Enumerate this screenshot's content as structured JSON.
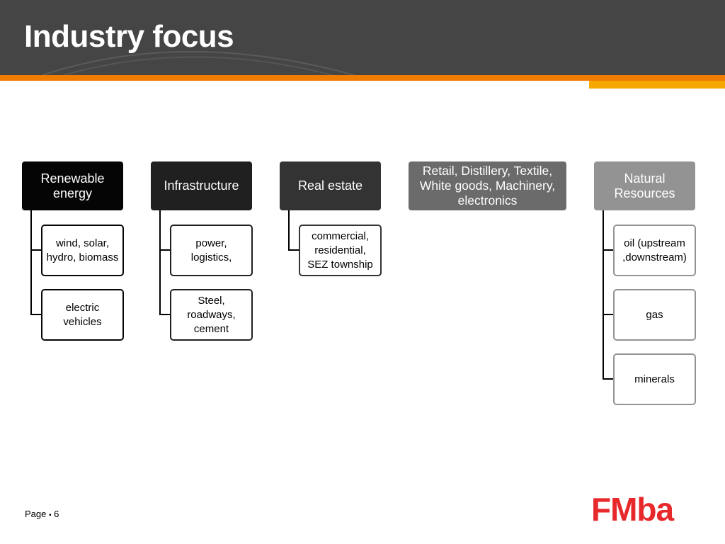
{
  "header": {
    "title": "Industry focus"
  },
  "categories": [
    {
      "label": "Renewable energy",
      "items": [
        "wind, solar, hydro, biomass",
        "electric vehicles"
      ]
    },
    {
      "label": "Infrastructure",
      "items": [
        "power, logistics,",
        "Steel, roadways, cement"
      ]
    },
    {
      "label": "Real estate",
      "items": [
        "commercial, residential, SEZ township"
      ]
    },
    {
      "label": "Retail, Distillery, Textile, White goods, Machinery, electronics",
      "items": []
    },
    {
      "label": "Natural Resources",
      "items": [
        "oil (upstream ,downstream)",
        "gas",
        "minerals"
      ]
    }
  ],
  "footer": {
    "page_label": "Page",
    "bullet": "▪",
    "page_number": "6"
  },
  "logo": {
    "text": "FMba"
  },
  "colors": {
    "header_bg": "#454545",
    "orange": "#f07c00",
    "gold": "#f5a800",
    "logo_red": "#e8292c"
  }
}
